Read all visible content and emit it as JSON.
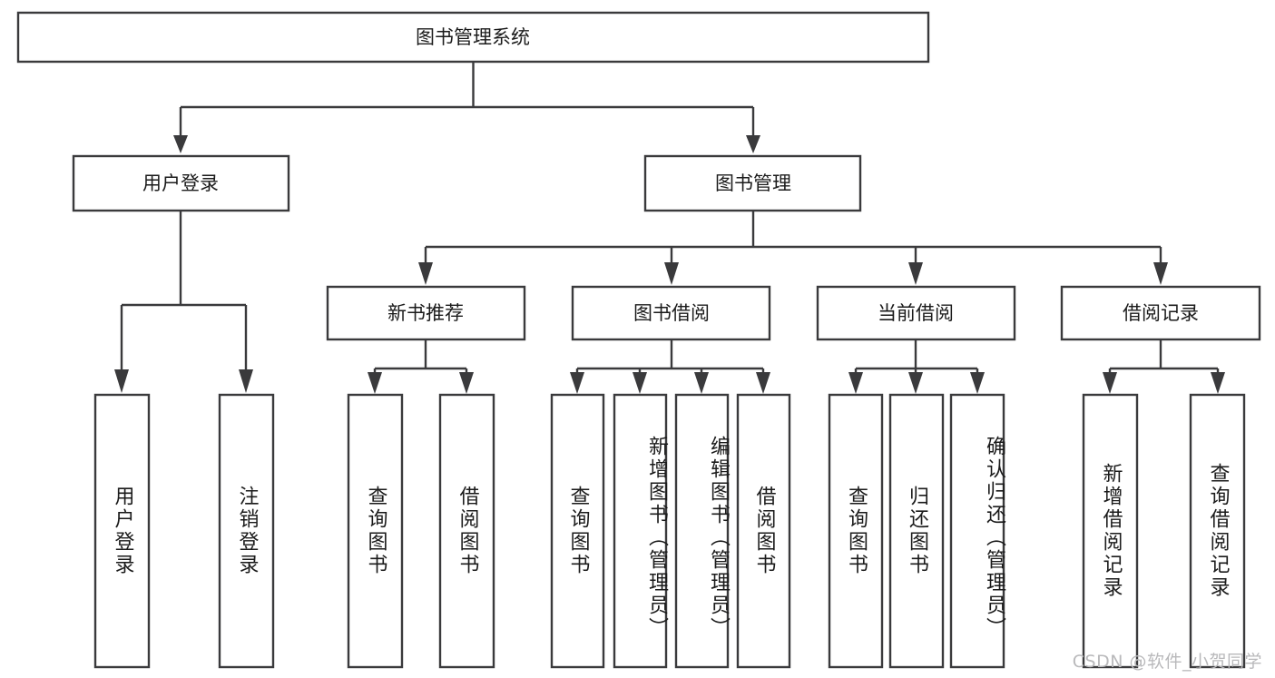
{
  "diagram": {
    "type": "tree-hierarchy-chart",
    "title_text": "图书管理系统",
    "colors": {
      "box_stroke": "#3a3a3c",
      "box_fill": "#ffffff",
      "text": "#1b1b1b",
      "watermark": "#b9b9bb",
      "background": "#ffffff"
    },
    "root": {
      "label": "图书管理系统"
    },
    "level2": [
      {
        "id": "user-login",
        "label": "用户登录"
      },
      {
        "id": "book-management",
        "label": "图书管理"
      }
    ],
    "level3": [
      {
        "id": "new-book-recommend",
        "label": "新书推荐",
        "parent": "book-management"
      },
      {
        "id": "book-borrow",
        "label": "图书借阅",
        "parent": "book-management"
      },
      {
        "id": "current-borrow",
        "label": "当前借阅",
        "parent": "book-management"
      },
      {
        "id": "borrow-record",
        "label": "借阅记录",
        "parent": "book-management"
      }
    ],
    "leaves": {
      "user-login": [
        {
          "id": "leaf-user-login",
          "label": "用户登录"
        },
        {
          "id": "leaf-logout-login",
          "label": "注销登录"
        }
      ],
      "new-book-recommend": [
        {
          "id": "leaf-query-book-1",
          "label": "查询图书"
        },
        {
          "id": "leaf-borrow-book-1",
          "label": "借阅图书"
        }
      ],
      "book-borrow": [
        {
          "id": "leaf-query-book-2",
          "label": "查询图书"
        },
        {
          "id": "leaf-add-book-admin",
          "label": "新增图书（管理员）"
        },
        {
          "id": "leaf-edit-book-admin",
          "label": "编辑图书（管理员）"
        },
        {
          "id": "leaf-borrow-book-2",
          "label": "借阅图书"
        }
      ],
      "current-borrow": [
        {
          "id": "leaf-query-book-3",
          "label": "查询图书"
        },
        {
          "id": "leaf-return-book",
          "label": "归还图书"
        },
        {
          "id": "leaf-confirm-return-admin",
          "label": "确认归还（管理员）"
        }
      ],
      "borrow-record": [
        {
          "id": "leaf-add-borrow-record",
          "label": "新增借阅记录"
        },
        {
          "id": "leaf-query-borrow-record",
          "label": "查询借阅记录"
        }
      ]
    }
  },
  "watermark": {
    "text": "CSDN @软件_小贺同学"
  }
}
